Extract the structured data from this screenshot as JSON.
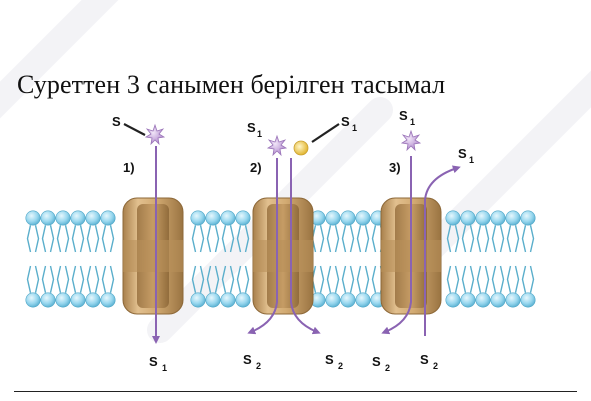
{
  "question": {
    "text": "Суреттен 3 санымен берілген тасымал"
  },
  "diagram": {
    "panels": [
      {
        "number": "1)",
        "top_labels": [
          {
            "main": "S",
            "sub": ""
          }
        ],
        "bottom_labels": [
          {
            "main": "S",
            "sub": "1"
          }
        ]
      },
      {
        "number": "2)",
        "top_labels": [
          {
            "main": "S",
            "sub": "1"
          },
          {
            "main": "S",
            "sub": "1"
          }
        ],
        "bottom_labels": [
          {
            "main": "S",
            "sub": "2"
          },
          {
            "main": "S",
            "sub": "2"
          }
        ]
      },
      {
        "number": "3)",
        "top_labels": [
          {
            "main": "S",
            "sub": "1"
          },
          {
            "main": "S",
            "sub": "1"
          }
        ],
        "bottom_labels": [
          {
            "main": "S",
            "sub": "2"
          },
          {
            "main": "S",
            "sub": "2"
          }
        ]
      }
    ]
  },
  "colors": {
    "membrane_head": "#8fd3ec",
    "membrane_tail": "#5aaecb",
    "protein": "#c9a06a",
    "protein_dark": "#a47c45",
    "arrow": "#8a63b2",
    "ligand_purple": "#c7a6dc",
    "ligand_yellow": "#f2cd4f"
  }
}
